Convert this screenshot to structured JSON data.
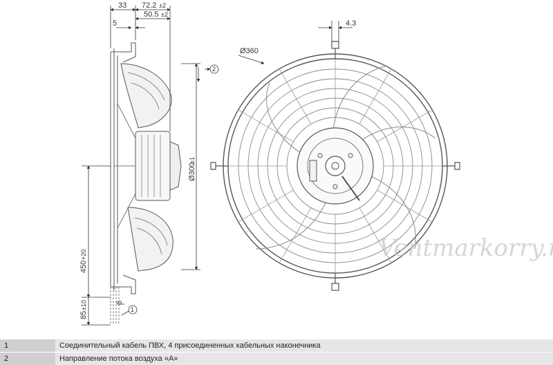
{
  "drawing": {
    "dimensions": {
      "d33": "33",
      "d72": "72.2",
      "d72_tol": "±2",
      "d50": "50.5",
      "d50_tol": "±2",
      "d5": "5",
      "d4_3": "4.3",
      "d360": "Ø360",
      "d300": "Ø300",
      "d300_tol": "±1",
      "d450": "450",
      "d450_tol": "+20",
      "d85": "85",
      "d85_tol": "±10",
      "d6": "6"
    },
    "callouts": {
      "c1": "1",
      "c2": "2"
    },
    "watermark": "Ventmarkorry.ru"
  },
  "legend": [
    {
      "num": "1",
      "text": "Соединительный кабель ПВХ, 4 присоединенных кабельных наконечника"
    },
    {
      "num": "2",
      "text": "Направление потока воздуха «A»"
    }
  ]
}
